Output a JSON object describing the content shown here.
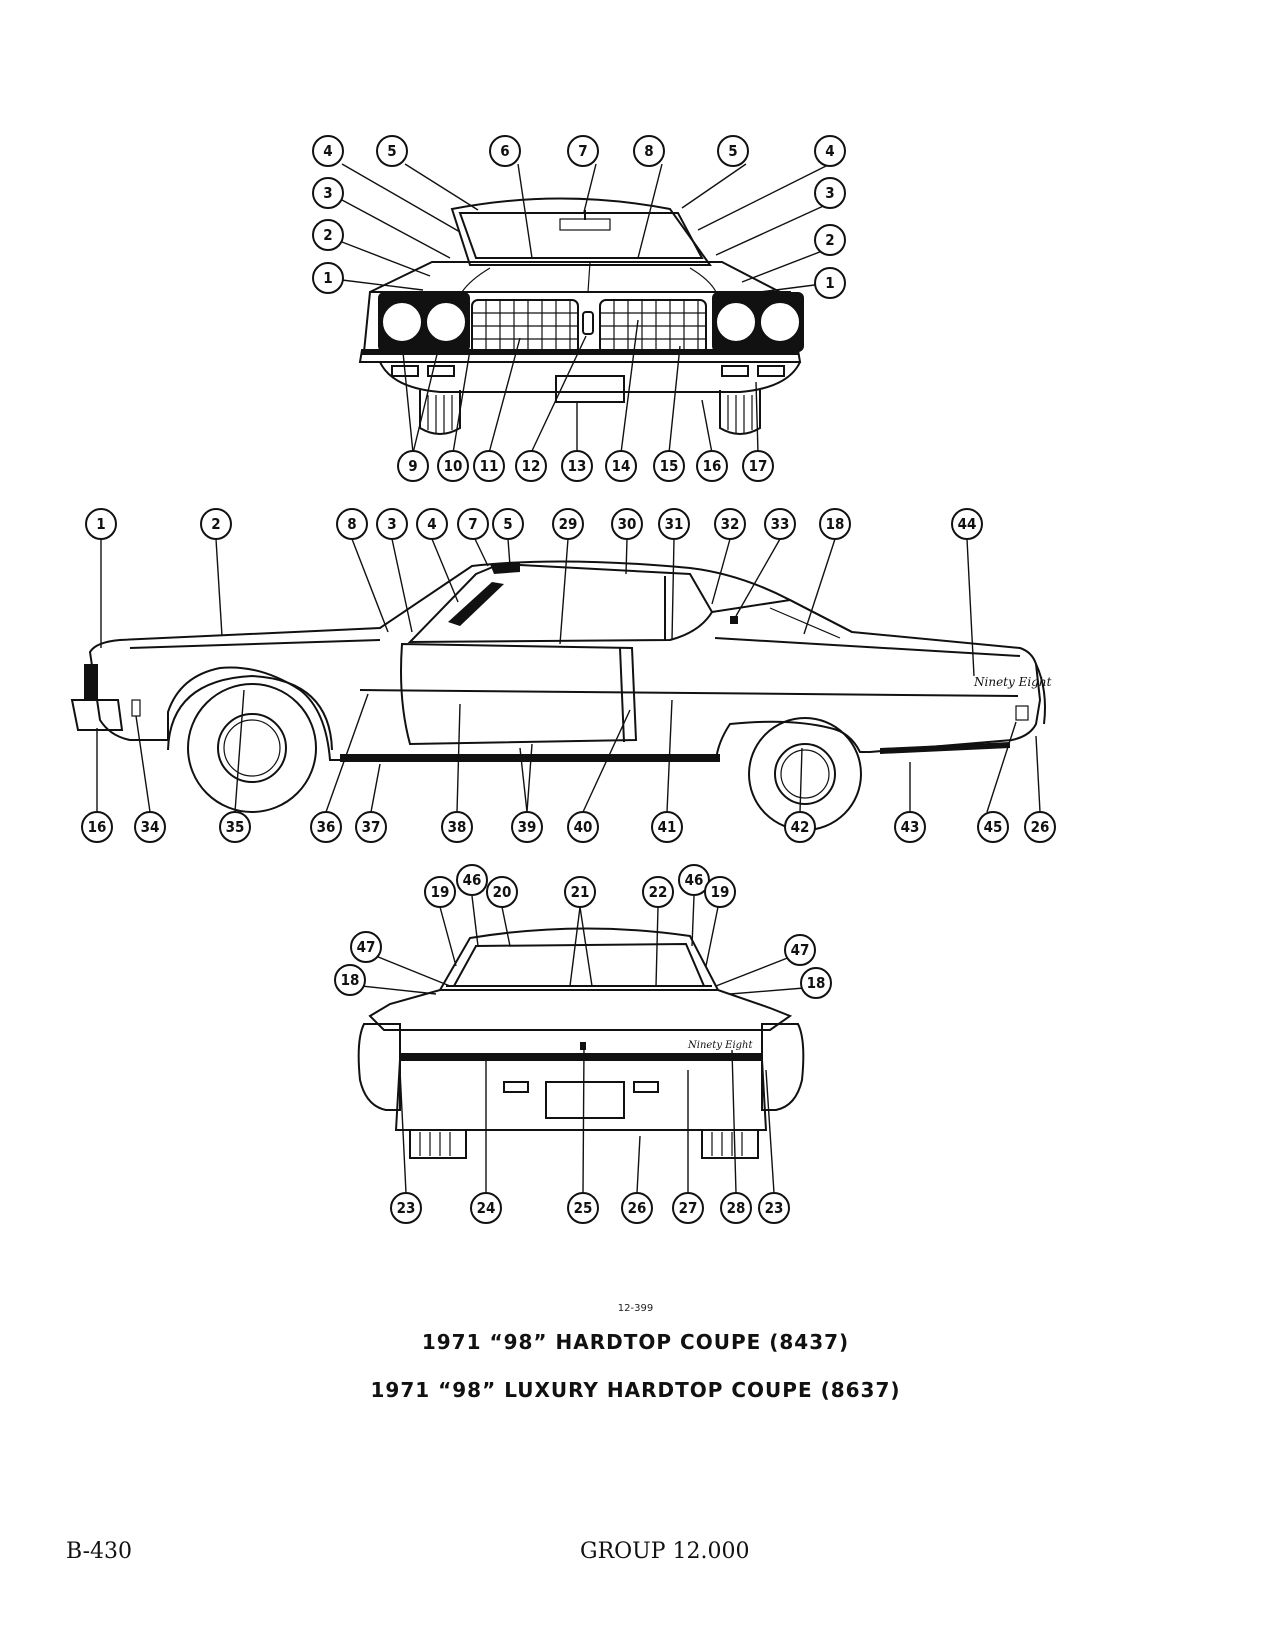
{
  "figure_number": "12-399",
  "caption_line1": "1971 “98” HARDTOP COUPE (8437)",
  "caption_line2": "1971 “98” LUXURY HARDTOP COUPE (8637)",
  "page_number": "B-430",
  "group_label": "GROUP 12.000",
  "views": {
    "front": {
      "callouts": [
        "4",
        "5",
        "6",
        "7",
        "8",
        "5",
        "4",
        "3",
        "3",
        "2",
        "2",
        "1",
        "1",
        "9",
        "10",
        "11",
        "12",
        "13",
        "14",
        "15",
        "16",
        "17"
      ]
    },
    "side": {
      "script_badge": "Ninety Eight",
      "callouts": [
        "1",
        "2",
        "8",
        "3",
        "4",
        "7",
        "5",
        "29",
        "30",
        "31",
        "32",
        "33",
        "18",
        "44",
        "16",
        "34",
        "35",
        "36",
        "37",
        "38",
        "39",
        "40",
        "41",
        "42",
        "43",
        "45",
        "26"
      ]
    },
    "rear": {
      "script_badge": "Ninety Eight",
      "callouts": [
        "19",
        "46",
        "20",
        "21",
        "22",
        "46",
        "19",
        "47",
        "47",
        "18",
        "18",
        "23",
        "24",
        "25",
        "26",
        "27",
        "28",
        "23"
      ]
    }
  }
}
